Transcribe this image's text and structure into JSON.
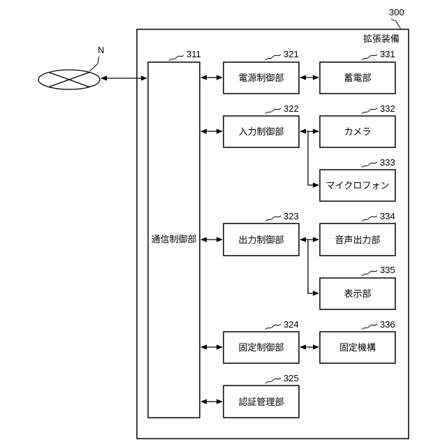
{
  "device": {
    "ref": "300",
    "title": "拡張装備"
  },
  "network": {
    "label": "N"
  },
  "blocks": {
    "comm": {
      "ref": "311",
      "label": "通信制御部"
    },
    "power_ctrl": {
      "ref": "321",
      "label": "電源制御部"
    },
    "input_ctrl": {
      "ref": "322",
      "label": "入力制御部"
    },
    "output_ctrl": {
      "ref": "323",
      "label": "出力制御部"
    },
    "fix_ctrl": {
      "ref": "324",
      "label": "固定制御部"
    },
    "auth_mgmt": {
      "ref": "325",
      "label": "認証管理部"
    },
    "battery": {
      "ref": "331",
      "label": "蓄電部"
    },
    "camera": {
      "ref": "332",
      "label": "カメラ"
    },
    "microphone": {
      "ref": "333",
      "label": "マイクロフォン"
    },
    "audio_out": {
      "ref": "334",
      "label": "音声出力部"
    },
    "display": {
      "ref": "335",
      "label": "表示部"
    },
    "fixing": {
      "ref": "336",
      "label": "固定機構"
    }
  }
}
